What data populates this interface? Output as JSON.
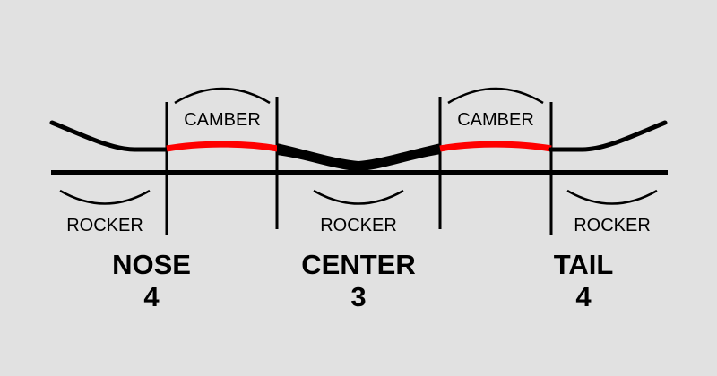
{
  "colors": {
    "background": "#e1e1e1",
    "line": "#000000",
    "camber": "#ff0000"
  },
  "zones": {
    "nose_rocker": "ROCKER",
    "nose_camber": "CAMBER",
    "center_rocker": "ROCKER",
    "tail_camber": "CAMBER",
    "tail_rocker": "ROCKER"
  },
  "sections": {
    "nose": {
      "name": "NOSE",
      "value": "4"
    },
    "center": {
      "name": "CENTER",
      "value": "3"
    },
    "tail": {
      "name": "TAIL",
      "value": "4"
    }
  }
}
